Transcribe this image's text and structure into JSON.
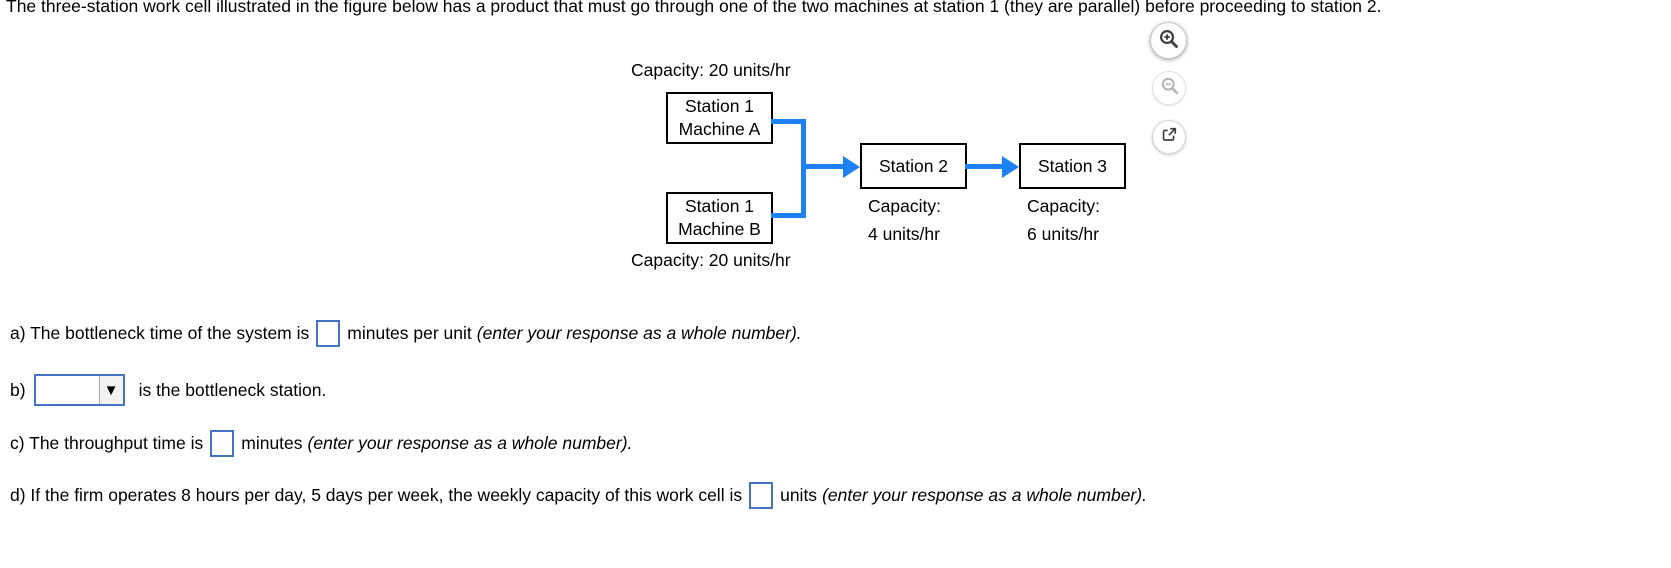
{
  "problem": {
    "intro": "The three-station work cell illustrated in the figure below has a product that must go through one of the two machines at station 1 (they are parallel) before proceeding to station 2."
  },
  "toolbar": {
    "zoom_in": "zoom-in",
    "zoom_out": "zoom-out",
    "open_external": "open-in-new-window"
  },
  "diagram": {
    "capacity_top": "Capacity: 20 units/hr",
    "capacity_bottom": "Capacity: 20 units/hr",
    "machine_a": {
      "line1": "Station 1",
      "line2": "Machine A"
    },
    "machine_b": {
      "line1": "Station 1",
      "line2": "Machine B"
    },
    "station2": {
      "label": "Station 2",
      "cap_line1": "Capacity:",
      "cap_line2": "4 units/hr"
    },
    "station3": {
      "label": "Station 3",
      "cap_line1": "Capacity:",
      "cap_line2": "6 units/hr"
    },
    "colors": {
      "connector_blue": "#1d80f5",
      "box_border": "#000000"
    }
  },
  "questions": {
    "a": {
      "prefix": "a) The bottleneck time of the system is",
      "input_value": "",
      "suffix": "minutes per unit",
      "note": "(enter your response as a whole number)."
    },
    "b": {
      "label": "b)",
      "select_value": "",
      "suffix": "is the bottleneck station."
    },
    "c": {
      "prefix": "c) The throughput time is",
      "input_value": "",
      "suffix": "minutes",
      "note": "(enter your response as a whole number)."
    },
    "d": {
      "prefix": "d) If the firm operates 8 hours per day, 5 days per week, the weekly capacity of this work cell is",
      "input_value": "",
      "suffix": "units",
      "note": "(enter your response as a whole number)."
    }
  },
  "icons": {
    "dropdown_arrow": "▼"
  },
  "colors": {
    "input_border_blue": "#4472c4",
    "text": "#000000"
  }
}
